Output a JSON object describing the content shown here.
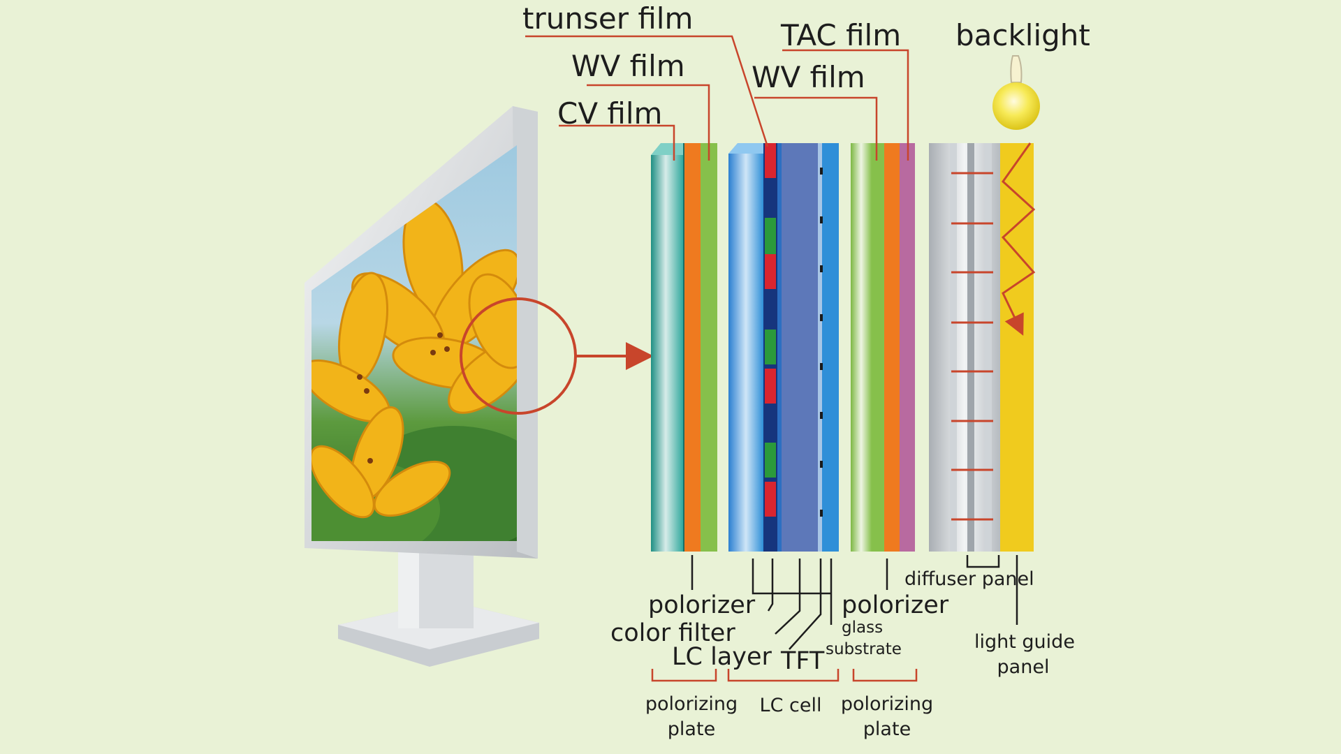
{
  "labels": {
    "trunser_film": "trunser film",
    "wv_film_left": "WV film",
    "cv_film": "CV film",
    "tac_film": "TAC film",
    "wv_film_right": "WV film",
    "backlight": "backlight",
    "polorizer_left": "polorizer",
    "color_filter": "color filter",
    "lc_layer": "LC layer",
    "tft": "TFT",
    "polorizer_right": "polorizer",
    "glass": "glass",
    "substrate": "substrate",
    "diffuser_panel": "diffuser panel",
    "light_guide_line1": "light guide",
    "light_guide_line2": "panel",
    "polarizing_plate_left_line1": "polorizing",
    "polarizing_plate_left_line2": "plate",
    "lc_cell": "LC cell",
    "polarizing_plate_right_line1": "polorizing",
    "polarizing_plate_right_line2": "plate"
  },
  "colors": {
    "background": "#e9f2d6",
    "leader": "#c8452b",
    "teal": "#2aa69a",
    "orange": "#ef7a1f",
    "green": "#86c04b",
    "blue": "#2f8fd8",
    "navy": "#16357d",
    "slate": "#5d78b9",
    "mauve": "#b86aa0",
    "yellow": "#f0cb1e",
    "red": "#d9252f"
  },
  "icons": {
    "monitor": "monitor-icon",
    "bulb": "light-bulb-icon",
    "zoom_arrow": "arrow-right-icon"
  }
}
